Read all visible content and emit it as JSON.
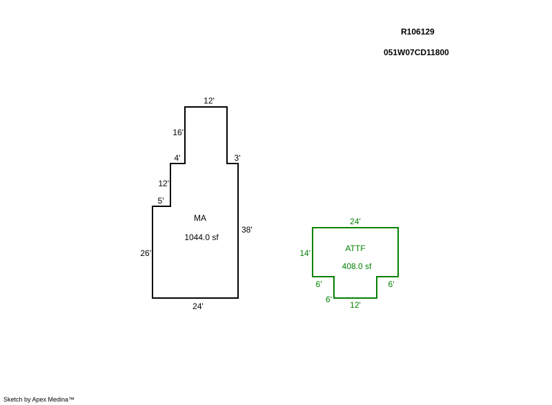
{
  "header": {
    "parcel_id": "R106129",
    "map_number": "051W07CD11800"
  },
  "colors": {
    "main": "#000000",
    "garage": "#008000"
  },
  "areas": [
    {
      "code": "MA",
      "area": "1044.0 sf",
      "dimensions": {
        "top": "12'",
        "upper_left": "16'",
        "left_step_top": "4'",
        "right_step": "3'",
        "mid_left": "12'",
        "left_step_bottom": "5'",
        "right": "38'",
        "lower_left": "26'",
        "bottom": "24'"
      }
    },
    {
      "code": "ATTF",
      "area": "408.0 sf",
      "dimensions": {
        "top": "24'",
        "left": "14'",
        "left_step": "6'",
        "right_step": "6'",
        "notch_side": "6'",
        "bottom": "12'"
      }
    }
  ],
  "footer": {
    "credit": "Sketch by Apex Medina™"
  }
}
